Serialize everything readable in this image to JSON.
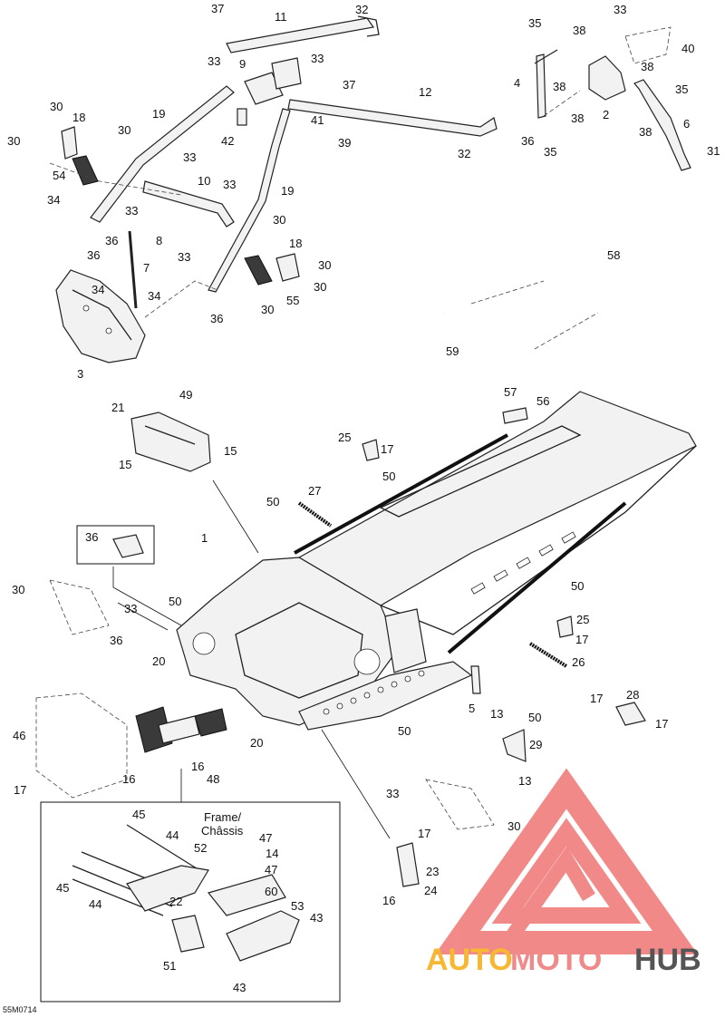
{
  "diagram_code": "55M0714",
  "inset_caption": [
    "Frame/",
    "Châssis"
  ],
  "watermark": {
    "text_a": "AUTO",
    "text_b": "MOTO",
    "text_c": "HUB",
    "color_a": "#f7b733",
    "color_b": "#f08a8a",
    "color_c": "#555555",
    "logo_color": "#f07575"
  },
  "callouts": [
    {
      "id": "c37a",
      "text": "37"
    },
    {
      "id": "c11",
      "text": "11"
    },
    {
      "id": "c32a",
      "text": "32"
    },
    {
      "id": "c33a",
      "text": "33"
    },
    {
      "id": "c9",
      "text": "9"
    },
    {
      "id": "c33b",
      "text": "33"
    },
    {
      "id": "c37b",
      "text": "37"
    },
    {
      "id": "c12",
      "text": "12"
    },
    {
      "id": "c30a",
      "text": "30"
    },
    {
      "id": "c18a",
      "text": "18"
    },
    {
      "id": "c19a",
      "text": "19"
    },
    {
      "id": "c30b",
      "text": "30"
    },
    {
      "id": "c30c",
      "text": "30"
    },
    {
      "id": "c42",
      "text": "42"
    },
    {
      "id": "c41",
      "text": "41"
    },
    {
      "id": "c39",
      "text": "39"
    },
    {
      "id": "c32b",
      "text": "32"
    },
    {
      "id": "c54",
      "text": "54"
    },
    {
      "id": "c33c",
      "text": "33"
    },
    {
      "id": "c10",
      "text": "10"
    },
    {
      "id": "c33d",
      "text": "33"
    },
    {
      "id": "c19b",
      "text": "19"
    },
    {
      "id": "c34a",
      "text": "34"
    },
    {
      "id": "c33e",
      "text": "33"
    },
    {
      "id": "c30d",
      "text": "30"
    },
    {
      "id": "c36a",
      "text": "36"
    },
    {
      "id": "c8",
      "text": "8"
    },
    {
      "id": "c36b",
      "text": "36"
    },
    {
      "id": "c33f",
      "text": "33"
    },
    {
      "id": "c18b",
      "text": "18"
    },
    {
      "id": "c30e",
      "text": "30"
    },
    {
      "id": "c7",
      "text": "7"
    },
    {
      "id": "c30f",
      "text": "30"
    },
    {
      "id": "c34b",
      "text": "34"
    },
    {
      "id": "c34c",
      "text": "34"
    },
    {
      "id": "c55",
      "text": "55"
    },
    {
      "id": "c30g",
      "text": "30"
    },
    {
      "id": "c36c",
      "text": "36"
    },
    {
      "id": "c3",
      "text": "3"
    },
    {
      "id": "c33g",
      "text": "33"
    },
    {
      "id": "c35a",
      "text": "35"
    },
    {
      "id": "c38a",
      "text": "38"
    },
    {
      "id": "c40",
      "text": "40"
    },
    {
      "id": "c4",
      "text": "4"
    },
    {
      "id": "c38b",
      "text": "38"
    },
    {
      "id": "c38c",
      "text": "38"
    },
    {
      "id": "c35b",
      "text": "35"
    },
    {
      "id": "c2",
      "text": "2"
    },
    {
      "id": "c38d",
      "text": "38"
    },
    {
      "id": "c36d",
      "text": "36"
    },
    {
      "id": "c35c",
      "text": "35"
    },
    {
      "id": "c38e",
      "text": "38"
    },
    {
      "id": "c6",
      "text": "6"
    },
    {
      "id": "c31",
      "text": "31"
    },
    {
      "id": "c58",
      "text": "58"
    },
    {
      "id": "c59",
      "text": "59"
    },
    {
      "id": "c21",
      "text": "21"
    },
    {
      "id": "c49",
      "text": "49"
    },
    {
      "id": "c15a",
      "text": "15"
    },
    {
      "id": "c15b",
      "text": "15"
    },
    {
      "id": "c57",
      "text": "57"
    },
    {
      "id": "c56",
      "text": "56"
    },
    {
      "id": "c25a",
      "text": "25"
    },
    {
      "id": "c17a",
      "text": "17"
    },
    {
      "id": "c27",
      "text": "27"
    },
    {
      "id": "c50a",
      "text": "50"
    },
    {
      "id": "c50b",
      "text": "50"
    },
    {
      "id": "c36e",
      "text": "36"
    },
    {
      "id": "c1",
      "text": "1"
    },
    {
      "id": "c30h",
      "text": "30"
    },
    {
      "id": "c33h",
      "text": "33"
    },
    {
      "id": "c50c",
      "text": "50"
    },
    {
      "id": "c50d",
      "text": "50"
    },
    {
      "id": "c25b",
      "text": "25"
    },
    {
      "id": "c17b",
      "text": "17"
    },
    {
      "id": "c36f",
      "text": "36"
    },
    {
      "id": "c20a",
      "text": "20"
    },
    {
      "id": "c26",
      "text": "26"
    },
    {
      "id": "c5",
      "text": "5"
    },
    {
      "id": "c13a",
      "text": "13"
    },
    {
      "id": "c50e",
      "text": "50"
    },
    {
      "id": "c17c",
      "text": "17"
    },
    {
      "id": "c28",
      "text": "28"
    },
    {
      "id": "c17d",
      "text": "17"
    },
    {
      "id": "c50f",
      "text": "50"
    },
    {
      "id": "c46",
      "text": "46"
    },
    {
      "id": "c16a",
      "text": "16"
    },
    {
      "id": "c48",
      "text": "48"
    },
    {
      "id": "c20b",
      "text": "20"
    },
    {
      "id": "c29",
      "text": "29"
    },
    {
      "id": "c16b",
      "text": "16"
    },
    {
      "id": "c17e",
      "text": "17"
    },
    {
      "id": "c13b",
      "text": "13"
    },
    {
      "id": "c33i",
      "text": "33"
    },
    {
      "id": "c30i",
      "text": "30"
    },
    {
      "id": "c45a",
      "text": "45"
    },
    {
      "id": "c44a",
      "text": "44"
    },
    {
      "id": "c52",
      "text": "52"
    },
    {
      "id": "c47a",
      "text": "47"
    },
    {
      "id": "c14",
      "text": "14"
    },
    {
      "id": "c47b",
      "text": "47"
    },
    {
      "id": "c17f",
      "text": "17"
    },
    {
      "id": "c23",
      "text": "23"
    },
    {
      "id": "c45b",
      "text": "45"
    },
    {
      "id": "c44b",
      "text": "44"
    },
    {
      "id": "c60",
      "text": "60"
    },
    {
      "id": "c22",
      "text": "22"
    },
    {
      "id": "c24",
      "text": "24"
    },
    {
      "id": "c16c",
      "text": "16"
    },
    {
      "id": "c53",
      "text": "53"
    },
    {
      "id": "c43a",
      "text": "43"
    },
    {
      "id": "c51",
      "text": "51"
    },
    {
      "id": "c43b",
      "text": "43"
    }
  ]
}
